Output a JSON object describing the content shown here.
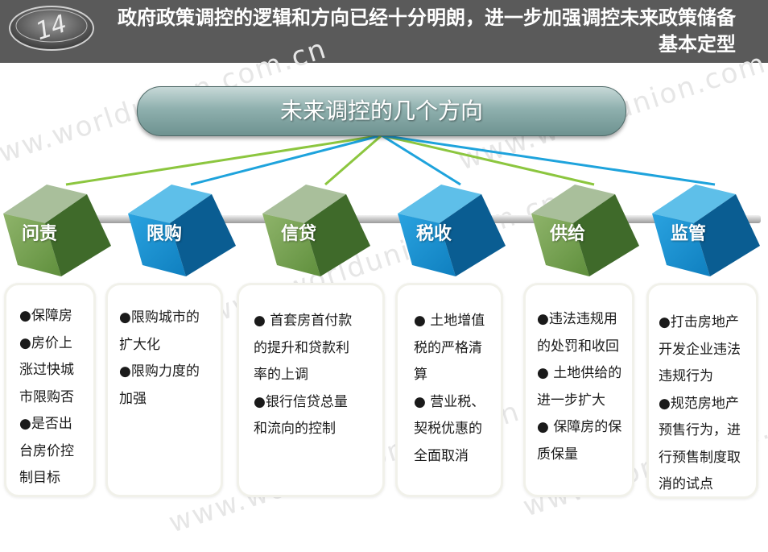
{
  "header": {
    "badge_number": "14",
    "title": "政府政策调控的逻辑和方向已经十分明朗，进一步加强调控未来政策储备基本定型"
  },
  "watermark": "www.worldunion.com.cn",
  "center": {
    "label": "未来调控的几个方向"
  },
  "colors": {
    "green": "#8cc63f",
    "blue": "#1ea3dc",
    "header": "#5a5a5a"
  },
  "directions": [
    {
      "label": "问责",
      "color": "green",
      "lines": [
        "●保障房",
        "●房价上",
        "涨过快城",
        "市限购否",
        "●是否出",
        "台房价控",
        "制目标"
      ]
    },
    {
      "label": "限购",
      "color": "blue",
      "lines": [
        "●限购城市的",
        "扩大化",
        "●限购力度的",
        "加强"
      ]
    },
    {
      "label": "信贷",
      "color": "green",
      "lines": [
        "● 首套房首付款",
        "的提升和贷款利",
        "率的上调",
        "●银行信贷总量",
        "和流向的控制"
      ]
    },
    {
      "label": "税收",
      "color": "blue",
      "lines": [
        "● 土地增值",
        "税的严格清",
        "算",
        "● 营业税、",
        "契税优惠的",
        "全面取消"
      ]
    },
    {
      "label": "供给",
      "color": "green",
      "lines": [
        "●违法违规用",
        "的处罚和收回",
        "● 土地供给的",
        "进一步扩大",
        "● 保障房的保",
        "质保量"
      ]
    },
    {
      "label": "监管",
      "color": "blue",
      "lines": [
        "●打击房地产",
        "开发企业违法",
        "违规行为",
        "●规范房地产",
        "预售行为，进",
        "行预售制度取",
        "消的试点"
      ]
    }
  ]
}
